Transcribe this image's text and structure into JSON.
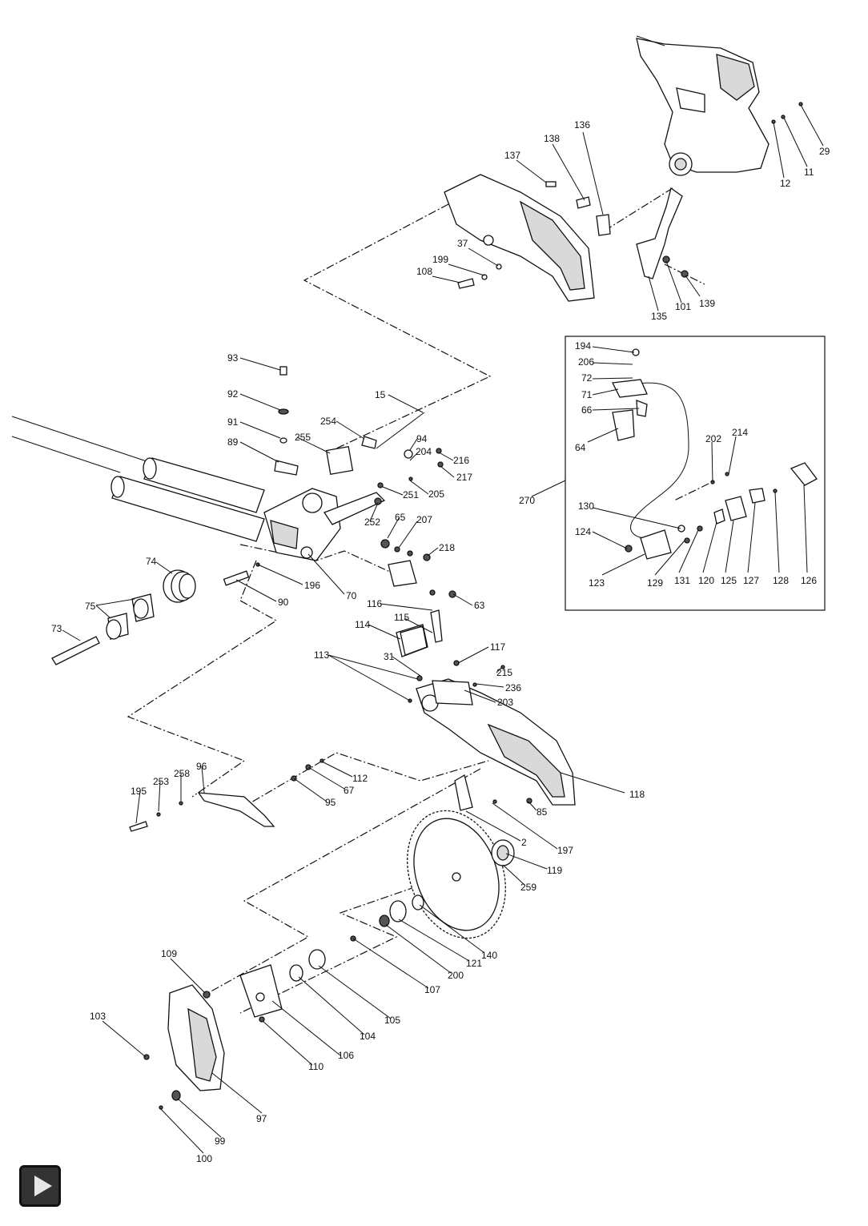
{
  "diagram": {
    "parts": [
      {
        "label": "93"
      },
      {
        "label": "92"
      },
      {
        "label": "91"
      },
      {
        "label": "89"
      },
      {
        "label": "15"
      },
      {
        "label": "254"
      },
      {
        "label": "255"
      },
      {
        "label": "94"
      },
      {
        "label": "204"
      },
      {
        "label": "216"
      },
      {
        "label": "217"
      },
      {
        "label": "251"
      },
      {
        "label": "205"
      },
      {
        "label": "252"
      },
      {
        "label": "65"
      },
      {
        "label": "207"
      },
      {
        "label": "218"
      },
      {
        "label": "74"
      },
      {
        "label": "196"
      },
      {
        "label": "70"
      },
      {
        "label": "90"
      },
      {
        "label": "75"
      },
      {
        "label": "73"
      },
      {
        "label": "63"
      },
      {
        "label": "116"
      },
      {
        "label": "115"
      },
      {
        "label": "114"
      },
      {
        "label": "117"
      },
      {
        "label": "113"
      },
      {
        "label": "31"
      },
      {
        "label": "215"
      },
      {
        "label": "236"
      },
      {
        "label": "203"
      },
      {
        "label": "118"
      },
      {
        "label": "195"
      },
      {
        "label": "253"
      },
      {
        "label": "258"
      },
      {
        "label": "96"
      },
      {
        "label": "112"
      },
      {
        "label": "67"
      },
      {
        "label": "95"
      },
      {
        "label": "85"
      },
      {
        "label": "2"
      },
      {
        "label": "197"
      },
      {
        "label": "119"
      },
      {
        "label": "259"
      },
      {
        "label": "140"
      },
      {
        "label": "121"
      },
      {
        "label": "200"
      },
      {
        "label": "107"
      },
      {
        "label": "109"
      },
      {
        "label": "105"
      },
      {
        "label": "104"
      },
      {
        "label": "106"
      },
      {
        "label": "110"
      },
      {
        "label": "103"
      },
      {
        "label": "97"
      },
      {
        "label": "99"
      },
      {
        "label": "100"
      },
      {
        "label": "136"
      },
      {
        "label": "138"
      },
      {
        "label": "137"
      },
      {
        "label": "37"
      },
      {
        "label": "199"
      },
      {
        "label": "108"
      },
      {
        "label": "135"
      },
      {
        "label": "101"
      },
      {
        "label": "139"
      },
      {
        "label": "12"
      },
      {
        "label": "11"
      },
      {
        "label": "29"
      },
      {
        "label": "270"
      },
      {
        "label": "194"
      },
      {
        "label": "206"
      },
      {
        "label": "72"
      },
      {
        "label": "71"
      },
      {
        "label": "66"
      },
      {
        "label": "64"
      },
      {
        "label": "202"
      },
      {
        "label": "214"
      },
      {
        "label": "130"
      },
      {
        "label": "124"
      },
      {
        "label": "123"
      },
      {
        "label": "129"
      },
      {
        "label": "131"
      },
      {
        "label": "120"
      },
      {
        "label": "125"
      },
      {
        "label": "127"
      },
      {
        "label": "128"
      },
      {
        "label": "126"
      }
    ]
  },
  "controls": {
    "play_icon": "play-icon"
  }
}
